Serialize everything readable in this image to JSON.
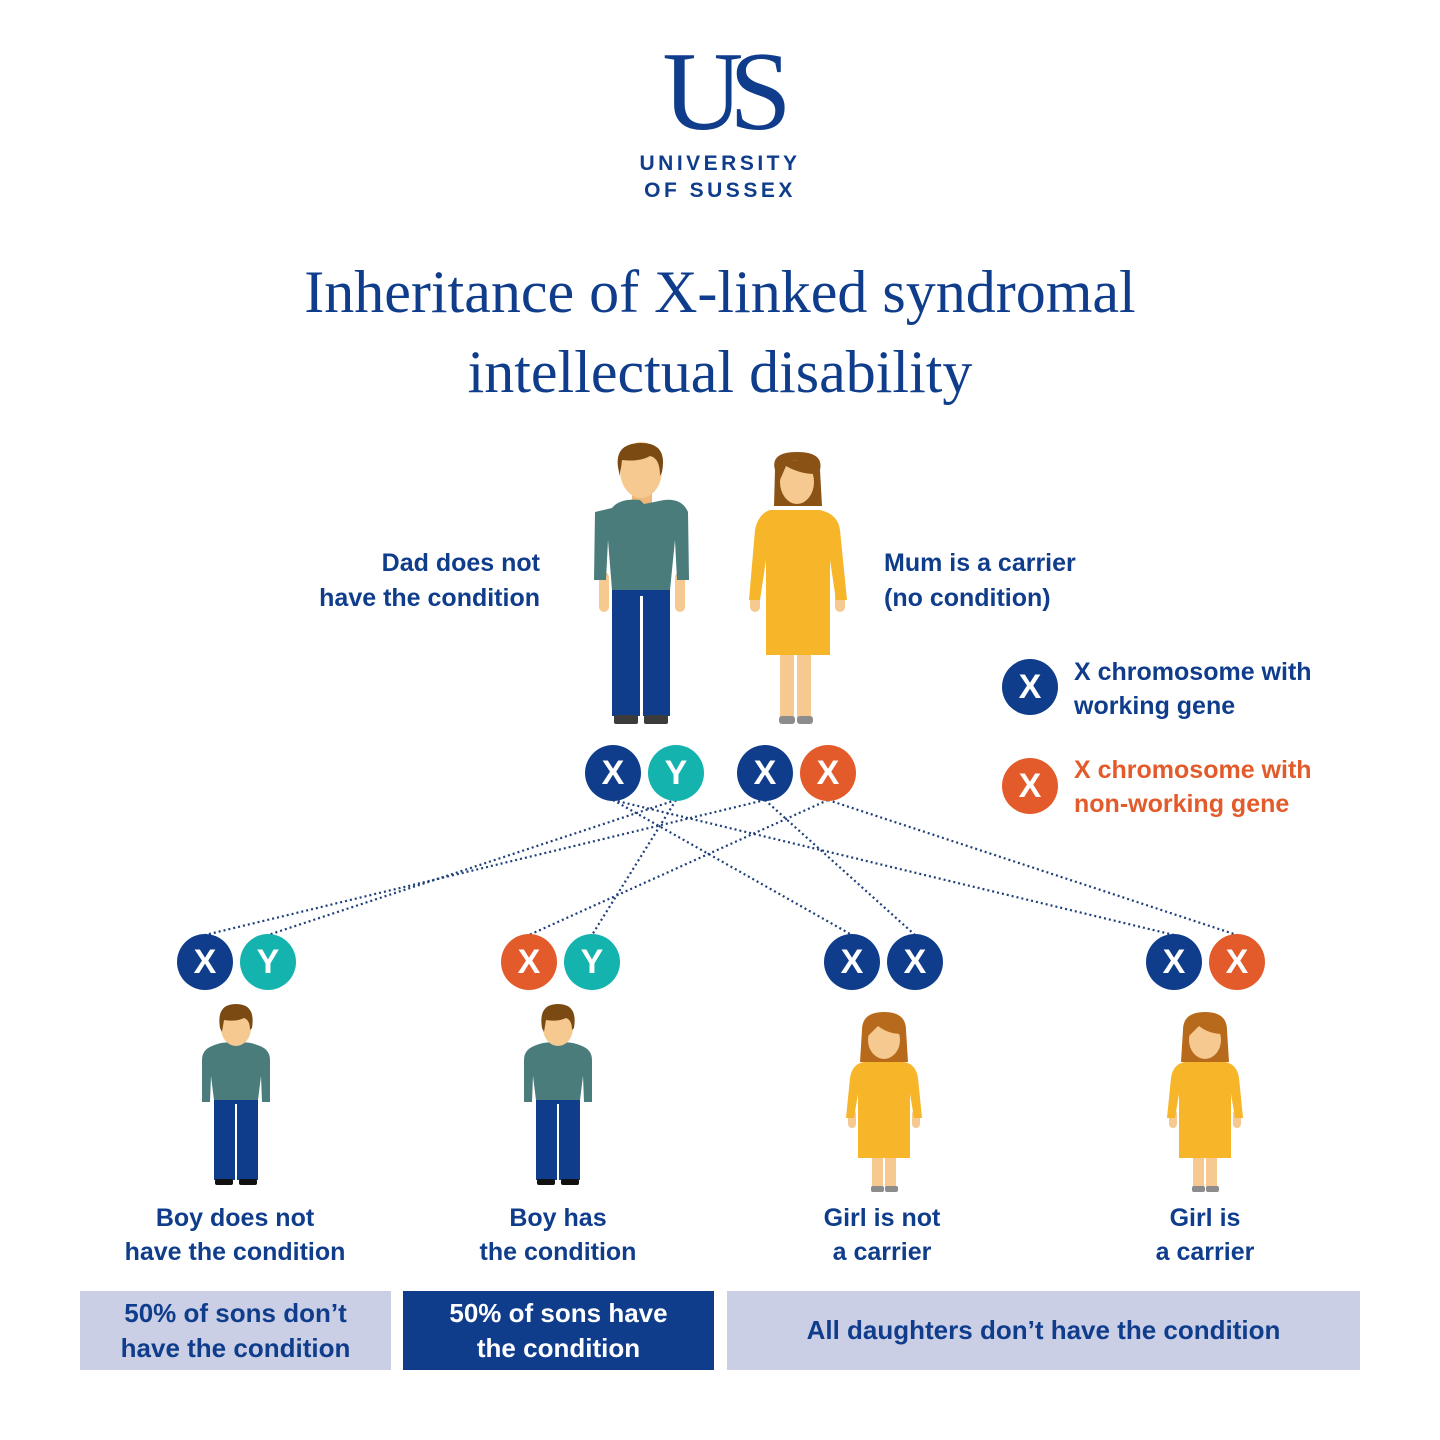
{
  "logo": {
    "mark": "US",
    "line1": "UNIVERSITY",
    "line2": "OF SUSSEX"
  },
  "title": {
    "line1": "Inheritance of X-linked syndromal",
    "line2": "intellectual disability"
  },
  "colors": {
    "navy": "#0f3d8c",
    "teal": "#14b3ae",
    "orange": "#e35b2a",
    "shirt": "#4a7c7c",
    "trousers": "#0f3d8c",
    "dress": "#f7b52a",
    "skin": "#f5c98f",
    "hair_brown": "#7a4a12",
    "summary_light": "#cbcfe6"
  },
  "parents": {
    "dad": {
      "label_line1": "Dad does not",
      "label_line2": "have the condition",
      "chromosomes": [
        "X",
        "Y"
      ]
    },
    "mum": {
      "label_line1": "Mum is a carrier",
      "label_line2": "(no condition)",
      "chromosomes": [
        "X",
        "X"
      ]
    }
  },
  "legend": {
    "working": {
      "symbol": "X",
      "line1": "X chromosome with",
      "line2": "working gene"
    },
    "non_working": {
      "symbol": "X",
      "line1": "X chromosome with",
      "line2": "non-working gene"
    }
  },
  "children": [
    {
      "chromosomes": [
        "X",
        "Y"
      ],
      "label_line1": "Boy does not",
      "label_line2": "have the condition"
    },
    {
      "chromosomes": [
        "X",
        "Y"
      ],
      "label_line1": "Boy has",
      "label_line2": "the condition"
    },
    {
      "chromosomes": [
        "X",
        "X"
      ],
      "label_line1": "Girl is not",
      "label_line2": "a carrier"
    },
    {
      "chromosomes": [
        "X",
        "X"
      ],
      "label_line1": "Girl is",
      "label_line2": "a carrier"
    }
  ],
  "summary": {
    "sons_unaffected_line1": "50% of sons don’t",
    "sons_unaffected_line2": "have the condition",
    "sons_affected_line1": "50% of sons have",
    "sons_affected_line2": "the condition",
    "daughters": "All daughters don’t have the condition"
  }
}
